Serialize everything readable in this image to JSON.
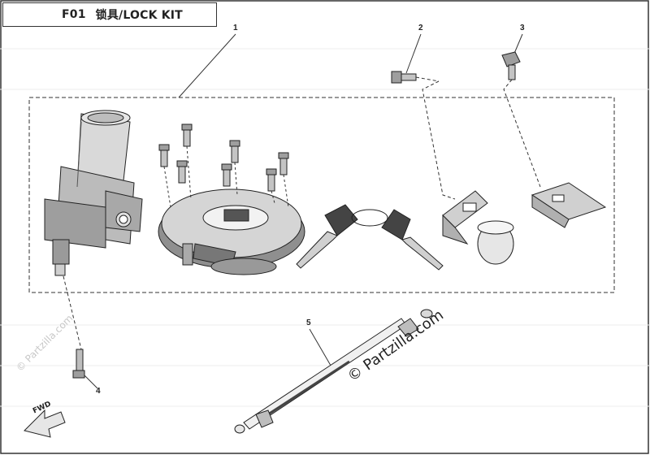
{
  "title": {
    "code": "F01",
    "name": "锁具/LOCK KIT"
  },
  "callouts": [
    "1",
    "2",
    "3",
    "4",
    "5"
  ],
  "watermarks": {
    "main": "© Partzilla.com",
    "faint": "© Partzilla.com"
  },
  "direction_label": "FWD"
}
